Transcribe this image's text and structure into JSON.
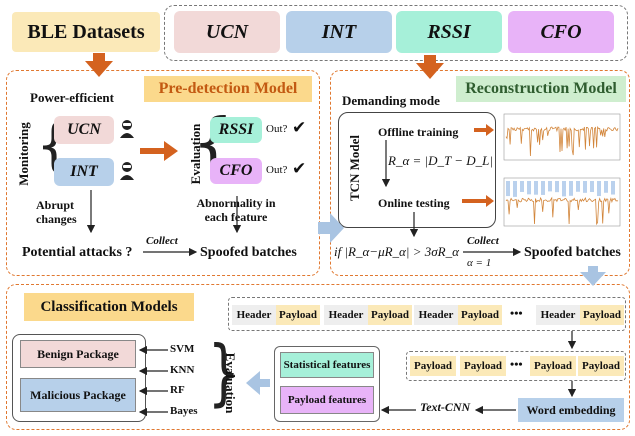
{
  "header": {
    "ble_datasets": "BLE Datasets",
    "features": [
      {
        "label": "UCN",
        "color": "#f2d9d8"
      },
      {
        "label": "INT",
        "color": "#b7d0ea"
      },
      {
        "label": "RSSI",
        "color": "#a6f0d9"
      },
      {
        "label": "CFO",
        "color": "#e8b3f8"
      }
    ]
  },
  "predetection": {
    "title": "Pre-detection Model",
    "power_efficient": "Power-efficient",
    "monitoring": "Monitoring",
    "ucn": "UCN",
    "int": "INT",
    "evaluation": "Evaluation",
    "rssi": "RSSI",
    "cfo": "CFO",
    "out1": "Out?",
    "out2": "Out?",
    "check1": "✔",
    "check2": "✔",
    "abrupt": "Abrupt changes",
    "abnormality": "Abnormality in each feature",
    "potential": "Potential attacks ?",
    "collect": "Collect",
    "spoofed": "Spoofed batches"
  },
  "reconstruction": {
    "title": "Reconstruction Model",
    "demanding": "Demanding mode",
    "tcn": "TCN Model",
    "offline": "Offline training",
    "formula": "R_α = |D_T − D_L|",
    "online": "Online testing",
    "condition": "if |R_α−μR_α| > 3σR_α",
    "collect": "Collect",
    "alpha": "α = 1",
    "spoofed": "Spoofed batches"
  },
  "classification": {
    "title": "Classification Models",
    "benign": "Benign Package",
    "malicious": "Malicious Package",
    "classifiers": [
      "SVM",
      "KNN",
      "RF",
      "Bayes"
    ],
    "evaluation": "Evaluation",
    "statistical": "Statistical features",
    "payload_features": "Payload features",
    "text_cnn": "Text-CNN",
    "word_embedding": "Word embedding",
    "packets": [
      {
        "header": "Header",
        "payload": "Payload"
      },
      {
        "header": "Header",
        "payload": "Payload"
      },
      {
        "header": "Header",
        "payload": "Payload"
      },
      {
        "header": "Header",
        "payload": "Payload"
      }
    ],
    "ellipsis1": "•••",
    "payloads": [
      "Payload",
      "Payload",
      "Payload",
      "Payload"
    ],
    "ellipsis2": "•••"
  },
  "colors": {
    "orange_arrow": "#d4621f",
    "blue_arrow": "#a9c4e2",
    "title_bg": "#fbd98c",
    "green_title": "#cfeecf",
    "dashed": "#e07830",
    "chart_line": "#d2853a",
    "chart_blue": "#a9c6e8"
  }
}
